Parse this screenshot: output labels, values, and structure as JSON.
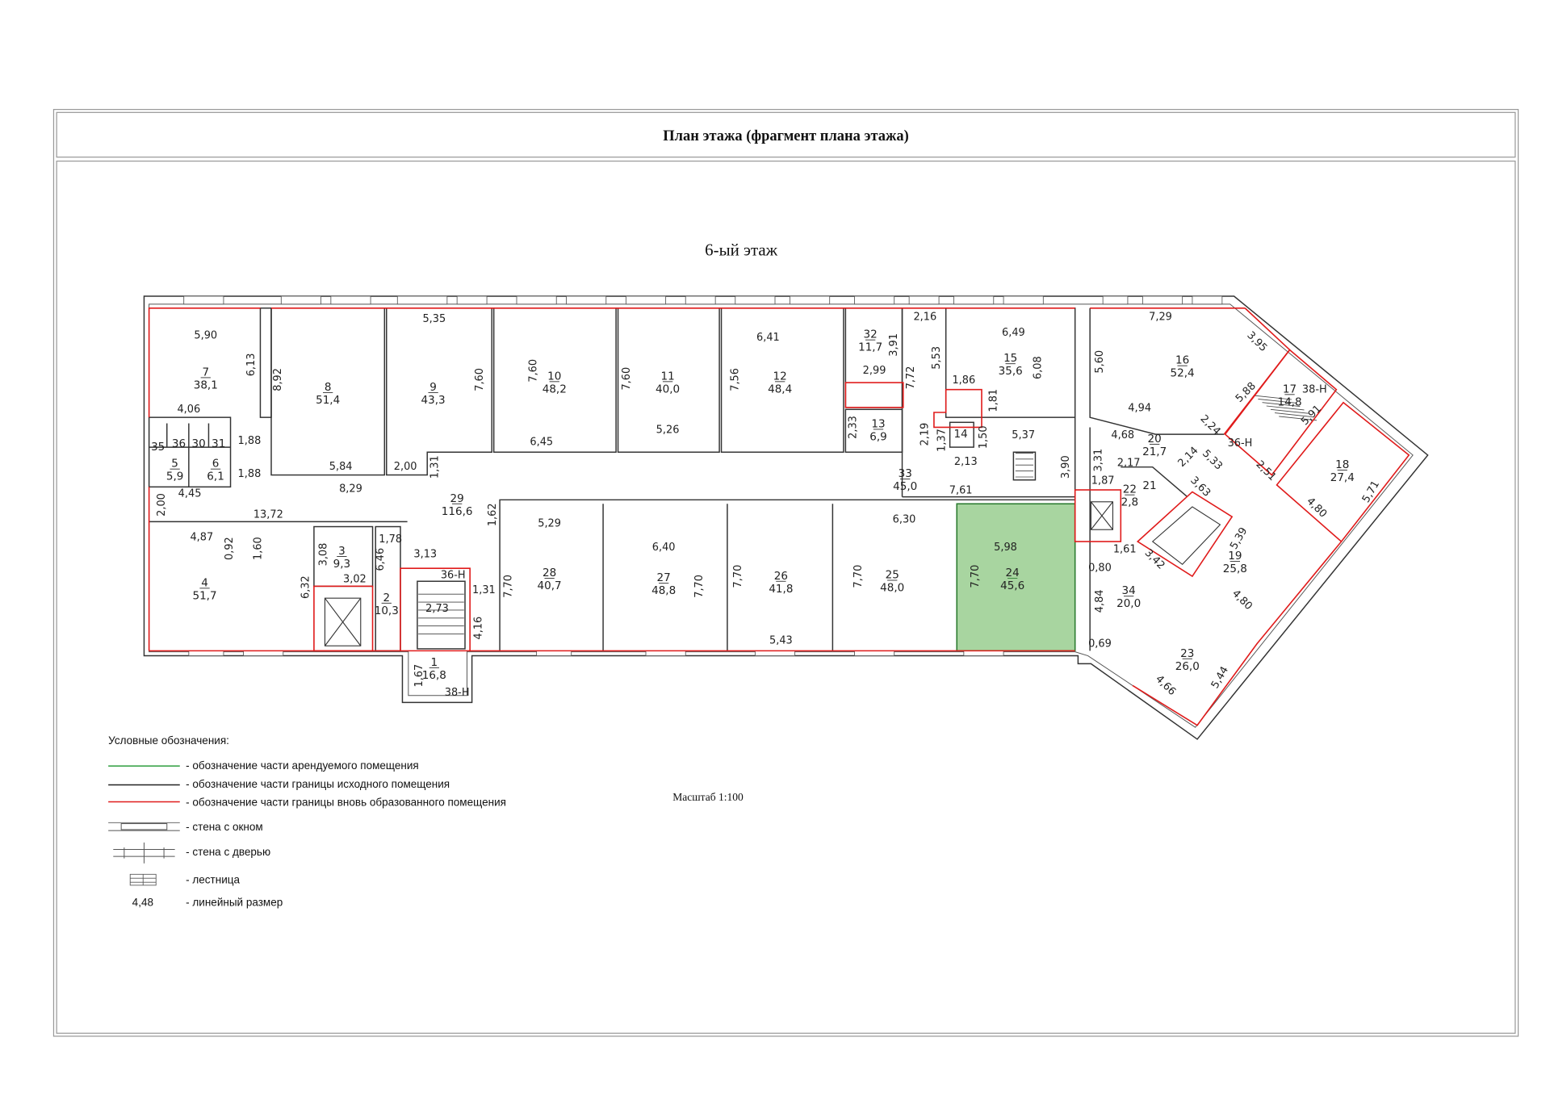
{
  "header": {
    "title": "План этажа (фрагмент плана этажа)"
  },
  "plan": {
    "floor_title": "6-ый этаж",
    "scale": "Масштаб 1:100",
    "colors": {
      "rented": "#a8d5a0",
      "rented_border": "#2e7d32",
      "new_boundary": "#e01b1b",
      "original_boundary": "#333333"
    },
    "rooms": [
      {
        "num": "7",
        "area": "38,1"
      },
      {
        "num": "8",
        "area": "51,4"
      },
      {
        "num": "9",
        "area": "43,3"
      },
      {
        "num": "10",
        "area": "48,2"
      },
      {
        "num": "11",
        "area": "40,0"
      },
      {
        "num": "12",
        "area": "48,4"
      },
      {
        "num": "32",
        "area": "11,7"
      },
      {
        "num": "13",
        "area": "6,9"
      },
      {
        "num": "15",
        "area": "35,6"
      },
      {
        "num": "16",
        "area": "52,4"
      },
      {
        "num": "17",
        "area": "14,8"
      },
      {
        "num": "14",
        "area": ""
      },
      {
        "num": "33",
        "area": "45,0"
      },
      {
        "num": "5",
        "area": "5,9"
      },
      {
        "num": "6",
        "area": "6,1"
      },
      {
        "num": "35",
        "area": ""
      },
      {
        "num": "36",
        "area": ""
      },
      {
        "num": "30",
        "area": ""
      },
      {
        "num": "31",
        "area": ""
      },
      {
        "num": "29",
        "area": "116,6"
      },
      {
        "num": "20",
        "area": "21,7"
      },
      {
        "num": "22",
        "area": "2,8"
      },
      {
        "num": "21",
        "area": ""
      },
      {
        "num": "18",
        "area": "27,4"
      },
      {
        "num": "4",
        "area": "51,7"
      },
      {
        "num": "3",
        "area": "9,3"
      },
      {
        "num": "2",
        "area": "10,3"
      },
      {
        "num": "1",
        "area": "16,8"
      },
      {
        "num": "28",
        "area": "40,7"
      },
      {
        "num": "27",
        "area": "48,8"
      },
      {
        "num": "26",
        "area": "41,8"
      },
      {
        "num": "25",
        "area": "48,0"
      },
      {
        "num": "24",
        "area": "45,6"
      },
      {
        "num": "34",
        "area": "20,0"
      },
      {
        "num": "19",
        "area": "25,8"
      },
      {
        "num": "23",
        "area": "26,0"
      }
    ],
    "stair_marks": [
      "36-Н",
      "38-Н",
      "36-Н",
      "38-Н"
    ],
    "dims": [
      "5,90",
      "6,13",
      "4,06",
      "8,92",
      "5,35",
      "7,60",
      "7,60",
      "7,60",
      "7,56",
      "6,41",
      "2,99",
      "3,91",
      "2,16",
      "5,53",
      "7,72",
      "6,49",
      "6,08",
      "1,86",
      "1,81",
      "5,60",
      "7,29",
      "3,95",
      "5,88",
      "5,91",
      "4,94",
      "2,24",
      "1,88",
      "1,88",
      "6,45",
      "5,26",
      "2,33",
      "2,19",
      "1,37",
      "1,50",
      "2,13",
      "5,37",
      "4,68",
      "3,31",
      "3,90",
      "2,17",
      "2,14",
      "5,33",
      "2,51",
      "5,84",
      "2,00",
      "1,31",
      "8,29",
      "4,45",
      "2,00",
      "7,61",
      "1,87",
      "3,63",
      "13,72",
      "5,29",
      "6,30",
      "1,62",
      "5,98",
      "4,87",
      "0,92",
      "1,60",
      "1,78",
      "6,46",
      "3,08",
      "3,02",
      "3,13",
      "6,32",
      "2,73",
      "1,31",
      "4,16",
      "6,40",
      "7,70",
      "7,70",
      "7,70",
      "7,70",
      "7,70",
      "5,43",
      "1,61",
      "0,80",
      "5,39",
      "3,42",
      "4,80",
      "5,71",
      "4,84",
      "4,80",
      "0,69",
      "4,66",
      "5,44",
      "1,67"
    ]
  },
  "legend": {
    "title": "Условные обозначения:",
    "items": [
      "- обозначение части арендуемого помещения",
      "- обозначение части границы исходного помещения",
      "- обозначение части границы вновь образованного помещения",
      "- стена с окном",
      "- стена с дверью",
      "- лестница",
      "- линейный размер"
    ],
    "dim_example": "4,48"
  }
}
